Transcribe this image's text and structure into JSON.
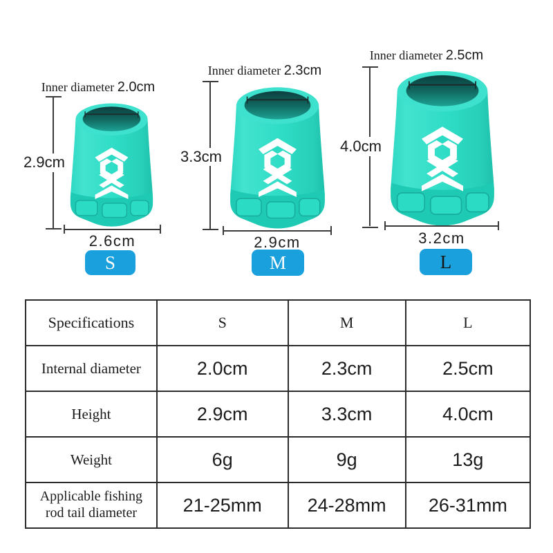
{
  "colors": {
    "background": "#ffffff",
    "cup_teal": "#2bdcc5",
    "cup_teal_dark": "#1fcab4",
    "cup_inner_dark": "#0c3e3e",
    "badge_blue": "#1aa0dd",
    "badge_text_light": "#ffffff",
    "badge_text_dark": "#151515",
    "dimension_line": "#3a3a3a",
    "text": "#1b1b1b"
  },
  "icons": {
    "brand_logo": "double-chevron-hexagon-logo"
  },
  "products": [
    {
      "size_label": "S",
      "inner_diameter_prefix": "Inner diameter",
      "inner_diameter": "2.0cm",
      "height": "2.9cm",
      "base_width": "2.6cm",
      "badge_text_color": "#ffffff"
    },
    {
      "size_label": "M",
      "inner_diameter_prefix": "Inner diameter",
      "inner_diameter": "2.3cm",
      "height": "3.3cm",
      "base_width": "2.9cm",
      "badge_text_color": "#ffffff"
    },
    {
      "size_label": "L",
      "inner_diameter_prefix": "Inner diameter",
      "inner_diameter": "2.5cm",
      "height": "4.0cm",
      "base_width": "3.2cm",
      "badge_text_color": "#151515"
    }
  ],
  "table": {
    "header": {
      "col0": "Specifications",
      "col1": "S",
      "col2": "M",
      "col3": "L"
    },
    "rows": [
      {
        "label": "Internal diameter",
        "values": [
          "2.0cm",
          "2.3cm",
          "2.5cm"
        ]
      },
      {
        "label": "Height",
        "values": [
          "2.9cm",
          "3.3cm",
          "4.0cm"
        ]
      },
      {
        "label": "Weight",
        "values": [
          "6g",
          "9g",
          "13g"
        ]
      },
      {
        "label": "Applicable fishing rod tail diameter",
        "values": [
          "21-25mm",
          "24-28mm",
          "26-31mm"
        ]
      }
    ]
  }
}
